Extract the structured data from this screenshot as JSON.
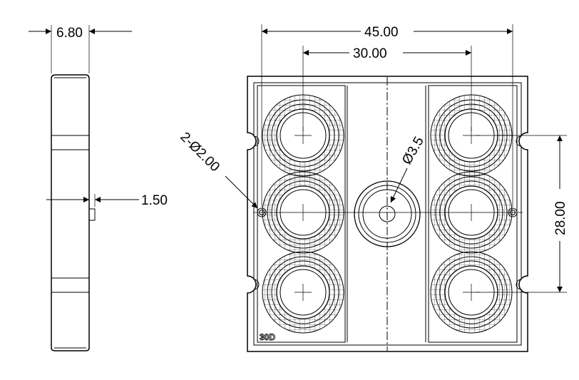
{
  "drawing": {
    "dimensions": {
      "side_thickness": "6.80",
      "pin_height": "1.50",
      "overall_width": "45.00",
      "lens_pitch_x": "30.00",
      "lens_pitch_y": "28.00",
      "center_hole": "Ø3.5",
      "mount_holes": "2-Ø2.00"
    },
    "part_marking": "30D"
  }
}
